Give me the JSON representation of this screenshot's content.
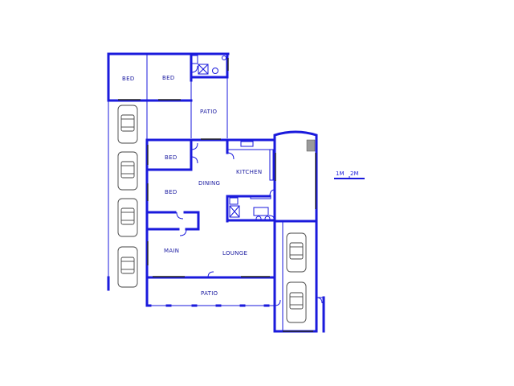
{
  "rooms": {
    "bed_top_left": "BED",
    "bed_top_right": "BED",
    "patio_top": "PATIO",
    "bed_mid_upper": "BED",
    "bed_mid_lower": "BED",
    "dining": "DINING",
    "kitchen": "KITCHEN",
    "main": "MAIN",
    "lounge": "LOUNGE",
    "patio_bottom": "PATIO"
  },
  "scale": {
    "label_1": "1M",
    "label_2": "2M"
  },
  "colors": {
    "wall": "#1a1adc",
    "fixture": "#9a9a9a"
  }
}
